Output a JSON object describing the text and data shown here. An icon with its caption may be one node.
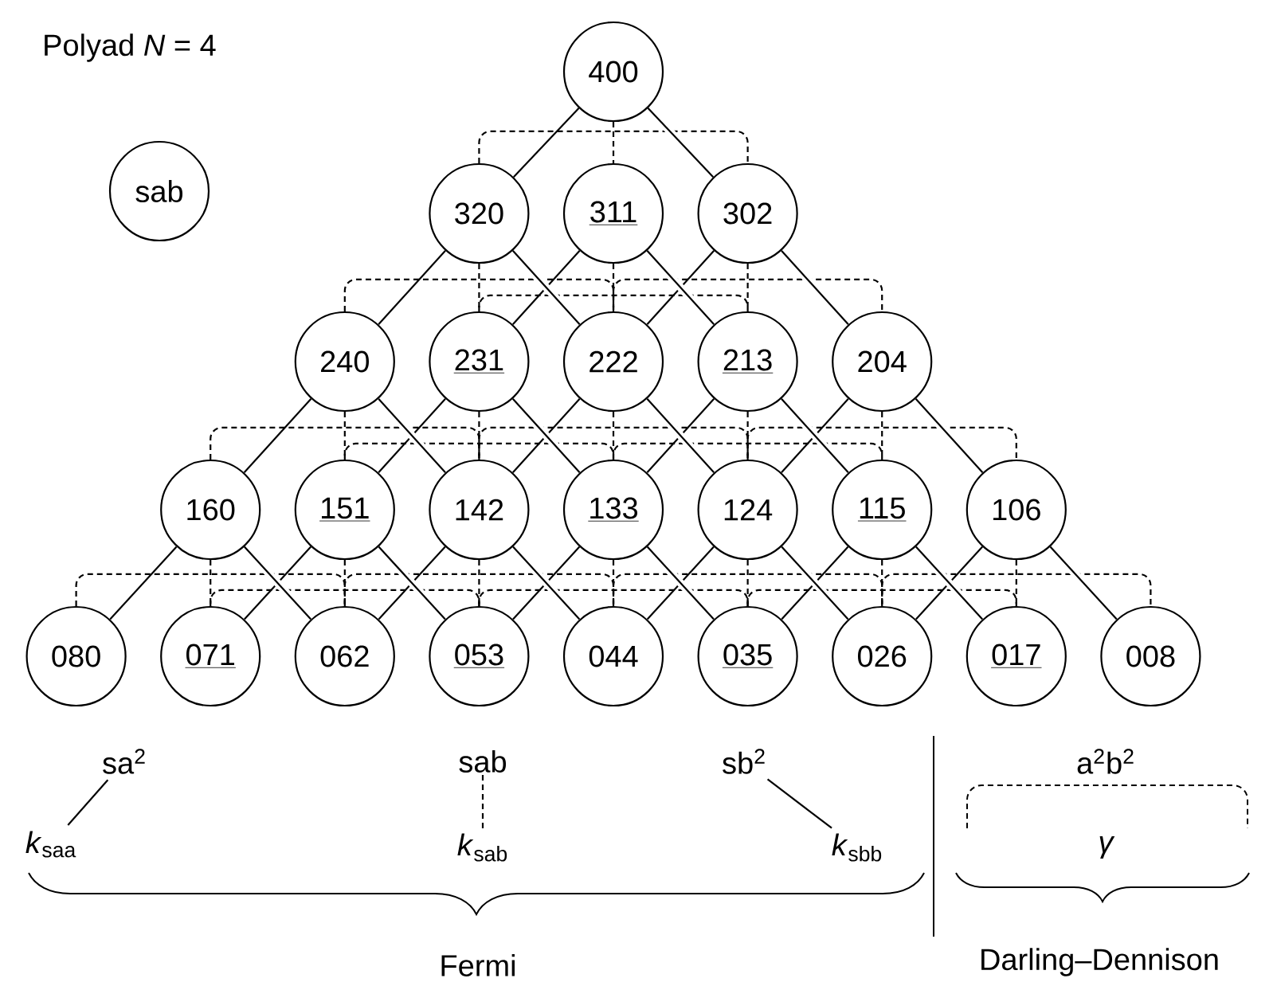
{
  "diagram": {
    "nodes": [
      {
        "text": [
          "400"
        ]
      },
      {
        "text": [
          "sab"
        ]
      },
      {
        "text": [
          "320"
        ]
      },
      {
        "text": [
          "311"
        ]
      },
      {
        "text": [
          "302"
        ]
      },
      {
        "text": [
          "240"
        ]
      },
      {
        "text": [
          "231"
        ]
      },
      {
        "text": [
          "222"
        ]
      },
      {
        "text": [
          "213"
        ]
      },
      {
        "text": [
          "204"
        ]
      },
      {
        "text": [
          "160"
        ]
      },
      {
        "text": [
          "151"
        ]
      },
      {
        "text": [
          "142"
        ]
      },
      {
        "text": [
          "133"
        ]
      },
      {
        "text": [
          "124"
        ]
      },
      {
        "text": [
          "115"
        ]
      },
      {
        "text": [
          "106"
        ]
      },
      {
        "text": [
          "080"
        ]
      },
      {
        "text": [
          "071"
        ]
      },
      {
        "text": [
          "062"
        ]
      },
      {
        "text": [
          "053"
        ]
      },
      {
        "text": [
          "044"
        ]
      },
      {
        "text": [
          "035"
        ]
      },
      {
        "text": [
          "026"
        ]
      },
      {
        "text": [
          "017"
        ]
      },
      {
        "text": [
          "008"
        ]
      },
      {
        "text": [
          "sa$^{2}$"
        ]
      },
      {
        "text": [
          "*k*$_{saa}$"
        ]
      },
      {
        "text": [
          "sab"
        ]
      },
      {
        "text": [
          "*k*$_{sab}$"
        ]
      },
      {
        "text": [
          "sb$^{2}$"
        ]
      },
      {
        "text": [
          "*k*$_{sbb}$"
        ]
      }
    ],
    "edges": [
      {
        "from": 0,
        "to": 2,
        "arrow": "none"
      },
      {
        "from": 0,
        "to": 3,
        "arrow": "none",
        "style": "dashed"
      },
      {
        "from": 0,
        "to": 4,
        "arrow": "none"
      },
      {
        "from": 2,
        "to": 5,
        "arrow": "none"
      },
      {
        "from": 2,
        "to": 6,
        "arrow": "none",
        "style": "dashed"
      },
      {
        "from": 2,
        "to": 7,
        "arrow": "none"
      },
      {
        "from": 3,
        "to": 6,
        "arrow": "none"
      },
      {
        "from": 3,
        "to": 7,
        "arrow": "none",
        "style": "dashed"
      },
      {
        "from": 3,
        "to": 8,
        "arrow": "none"
      },
      {
        "from": 4,
        "to": 7,
        "arrow": "none"
      },
      {
        "from": 4,
        "to": 8,
        "arrow": "none",
        "style": "dashed"
      },
      {
        "from": 4,
        "to": 9,
        "arrow": "none"
      },
      {
        "from": 5,
        "to": 10,
        "arrow": "none"
      },
      {
        "from": 5,
        "to": 11,
        "arrow": "none",
        "style": "dashed"
      },
      {
        "from": 5,
        "to": 12,
        "arrow": "none"
      },
      {
        "from": 6,
        "to": 11,
        "arrow": "none"
      },
      {
        "from": 6,
        "to": 12,
        "arrow": "none",
        "style": "dashed"
      },
      {
        "from": 6,
        "to": 13,
        "arrow": "none"
      },
      {
        "from": 7,
        "to": 12,
        "arrow": "none"
      },
      {
        "from": 7,
        "to": 13,
        "arrow": "none",
        "style": "dashed"
      },
      {
        "from": 7,
        "to": 14,
        "arrow": "none"
      },
      {
        "from": 8,
        "to": 13,
        "arrow": "none"
      },
      {
        "from": 8,
        "to": 14,
        "arrow": "none",
        "style": "dashed"
      },
      {
        "from": 8,
        "to": 15,
        "arrow": "none"
      },
      {
        "from": 9,
        "to": 14,
        "arrow": "none"
      },
      {
        "from": 9,
        "to": 15,
        "arrow": "none",
        "style": "dashed"
      },
      {
        "from": 9,
        "to": 16,
        "arrow": "none"
      },
      {
        "from": 10,
        "to": 17,
        "arrow": "none"
      },
      {
        "from": 10,
        "to": 18,
        "arrow": "none",
        "style": "dashed"
      },
      {
        "from": 10,
        "to": 19,
        "arrow": "none"
      },
      {
        "from": 11,
        "to": 18,
        "arrow": "none"
      },
      {
        "from": 11,
        "to": 19,
        "arrow": "none",
        "style": "dashed"
      },
      {
        "from": 11,
        "to": 20,
        "arrow": "none"
      },
      {
        "from": 12,
        "to": 19,
        "arrow": "none"
      },
      {
        "from": 12,
        "to": 20,
        "arrow": "none",
        "style": "dashed"
      },
      {
        "from": 12,
        "to": 21,
        "arrow": "none"
      },
      {
        "from": 13,
        "to": 20,
        "arrow": "none"
      },
      {
        "from": 13,
        "to": 21,
        "arrow": "none",
        "style": "dashed"
      },
      {
        "from": 13,
        "to": 22,
        "arrow": "none"
      },
      {
        "from": 14,
        "to": 21,
        "arrow": "none"
      },
      {
        "from": 14,
        "to": 22,
        "arrow": "none",
        "style": "dashed"
      },
      {
        "from": 14,
        "to": 23,
        "arrow": "none"
      },
      {
        "from": 15,
        "to": 22,
        "arrow": "none"
      },
      {
        "from": 15,
        "to": 23,
        "arrow": "none",
        "style": "dashed"
      },
      {
        "from": 15,
        "to": 24,
        "arrow": "none"
      },
      {
        "from": 16,
        "to": 23,
        "arrow": "none"
      },
      {
        "from": 16,
        "to": 24,
        "arrow": "none",
        "style": "dashed"
      },
      {
        "from": 16,
        "to": 25,
        "arrow": "none"
      },
      {
        "from": 2,
        "to": 4,
        "arrow": "none",
        "style": "dashed"
      },
      {
        "from": 5,
        "to": 7,
        "arrow": "none",
        "style": "dashed"
      },
      {
        "from": 6,
        "to": 8,
        "arrow": "none",
        "style": "dashed"
      },
      {
        "from": 7,
        "to": 9,
        "arrow": "none",
        "style": "dashed"
      },
      {
        "from": 10,
        "to": 12,
        "arrow": "none",
        "style": "dashed"
      },
      {
        "from": 11,
        "to": 13,
        "arrow": "none",
        "style": "dashed"
      },
      {
        "from": 12,
        "to": 14,
        "arrow": "none",
        "style": "dashed"
      },
      {
        "from": 13,
        "to": 15,
        "arrow": "none",
        "style": "dashed"
      },
      {
        "from": 14,
        "to": 16,
        "arrow": "none",
        "style": "dashed"
      },
      {
        "from": 17,
        "to": 19,
        "arrow": "none",
        "style": "dashed"
      },
      {
        "from": 18,
        "to": 20,
        "arrow": "none",
        "style": "dashed"
      },
      {
        "from": 19,
        "to": 21,
        "arrow": "none",
        "style": "dashed"
      },
      {
        "from": 20,
        "to": 22,
        "arrow": "none",
        "style": "dashed"
      },
      {
        "from": 21,
        "to": 23,
        "arrow": "none",
        "style": "dashed"
      },
      {
        "from": 22,
        "to": 24,
        "arrow": "none",
        "style": "dashed"
      },
      {
        "from": 23,
        "to": 25,
        "arrow": "none",
        "style": "dashed"
      },
      {
        "from": 26,
        "to": 27,
        "arrow": "none"
      },
      {
        "from": 28,
        "to": 29,
        "arrow": "none",
        "style": "dashed"
      },
      {
        "from": 30,
        "to": 31,
        "arrow": "none"
      }
    ],
    "labels": [
      "Polyad *N* = 4",
      "a$^{2}$b$^{2}$",
      "γ",
      "Fermi",
      "Darling–Dennison"
    ]
  }
}
